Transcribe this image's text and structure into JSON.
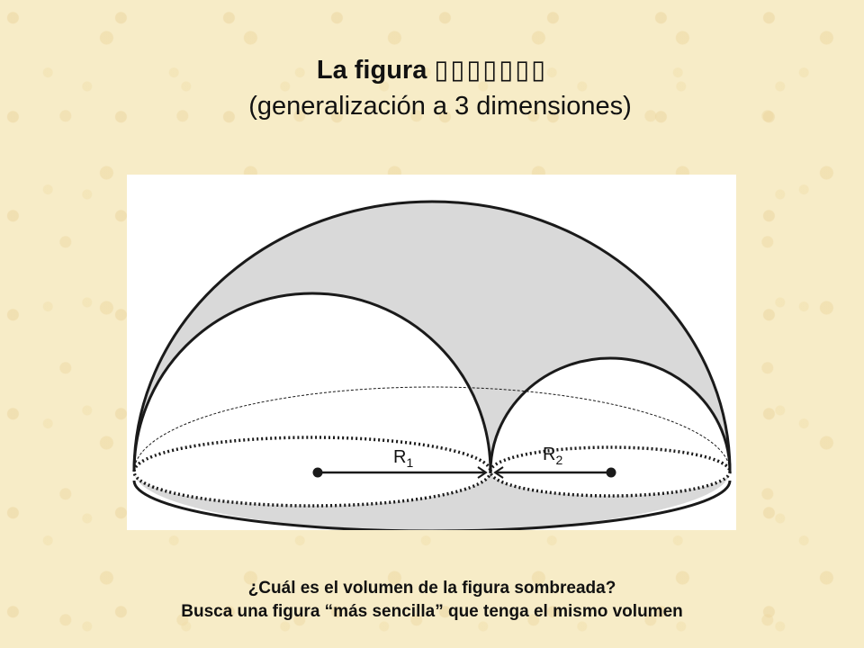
{
  "title": {
    "prefix": "La figura",
    "glyphs": "▯▯▯▯▯▯▯",
    "subtitle": "(generalización a 3 dimensiones)"
  },
  "diagram": {
    "label_r1_base": "R",
    "label_r1_sub": "1",
    "label_r2_base": "R",
    "label_r2_sub": "2",
    "shade_color": "#d9d9d9",
    "stroke_color": "#1a1a1a",
    "background_color": "#ffffff"
  },
  "caption": {
    "line1": "¿Cuál es el volumen de la figura sombreada?",
    "line2": "Busca una figura “más sencilla” que tenga el mismo volumen"
  }
}
